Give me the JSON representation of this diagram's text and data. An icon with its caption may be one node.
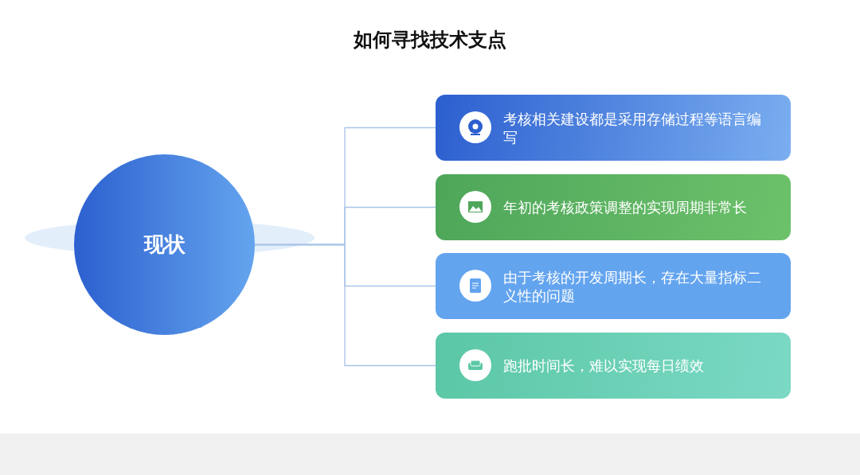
{
  "diagram": {
    "title": "如何寻找技术支点",
    "nodes": [
      {
        "text": [
          "现状"
        ]
      },
      {
        "text": [
          "考核相关建设都是采用存储过程等语言编写"
        ]
      },
      {
        "text": [
          "年初的考核政策调整的实现周期非常长"
        ]
      },
      {
        "text": [
          "由于考核的开发周期长，存在大量指标二义性的问题"
        ]
      },
      {
        "text": [
          "跑批时间长，难以实现每日绩效"
        ]
      }
    ],
    "edges": [
      {
        "from": 0,
        "to": 1,
        "arrow": "none"
      },
      {
        "from": 0,
        "to": 2,
        "arrow": "none"
      },
      {
        "from": 0,
        "to": 3,
        "arrow": "none"
      },
      {
        "from": 0,
        "to": 4,
        "arrow": "none"
      }
    ]
  }
}
